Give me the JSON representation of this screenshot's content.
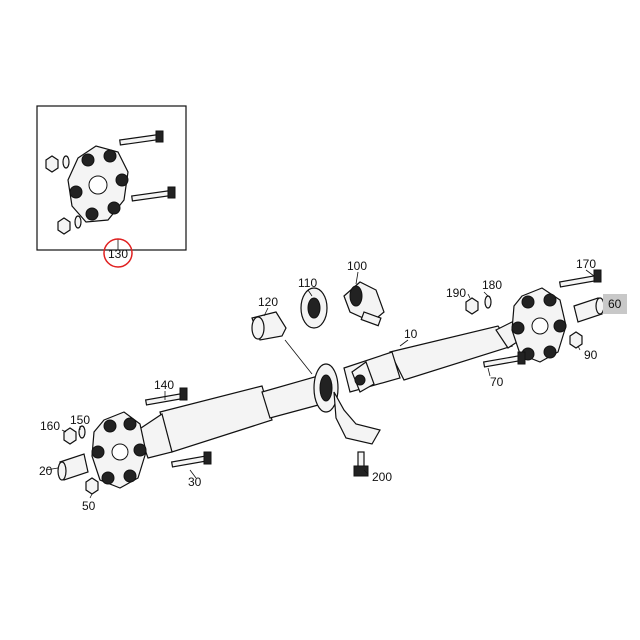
{
  "diagram": {
    "callouts": [
      {
        "id": "10",
        "text": "10"
      },
      {
        "id": "20",
        "text": "20"
      },
      {
        "id": "30",
        "text": "30"
      },
      {
        "id": "50",
        "text": "50"
      },
      {
        "id": "60",
        "text": "60"
      },
      {
        "id": "70",
        "text": "70"
      },
      {
        "id": "90",
        "text": "90"
      },
      {
        "id": "100",
        "text": "100"
      },
      {
        "id": "110",
        "text": "110"
      },
      {
        "id": "120",
        "text": "120"
      },
      {
        "id": "130",
        "text": "130"
      },
      {
        "id": "140",
        "text": "140"
      },
      {
        "id": "150",
        "text": "150"
      },
      {
        "id": "160",
        "text": "160"
      },
      {
        "id": "170",
        "text": "170"
      },
      {
        "id": "180",
        "text": "180"
      },
      {
        "id": "190",
        "text": "190"
      },
      {
        "id": "200",
        "text": "200"
      }
    ],
    "highlight_callout": "130",
    "highlight_color": "#e02020",
    "tag_callout": "60",
    "tag_color": "#c8c8c8"
  }
}
